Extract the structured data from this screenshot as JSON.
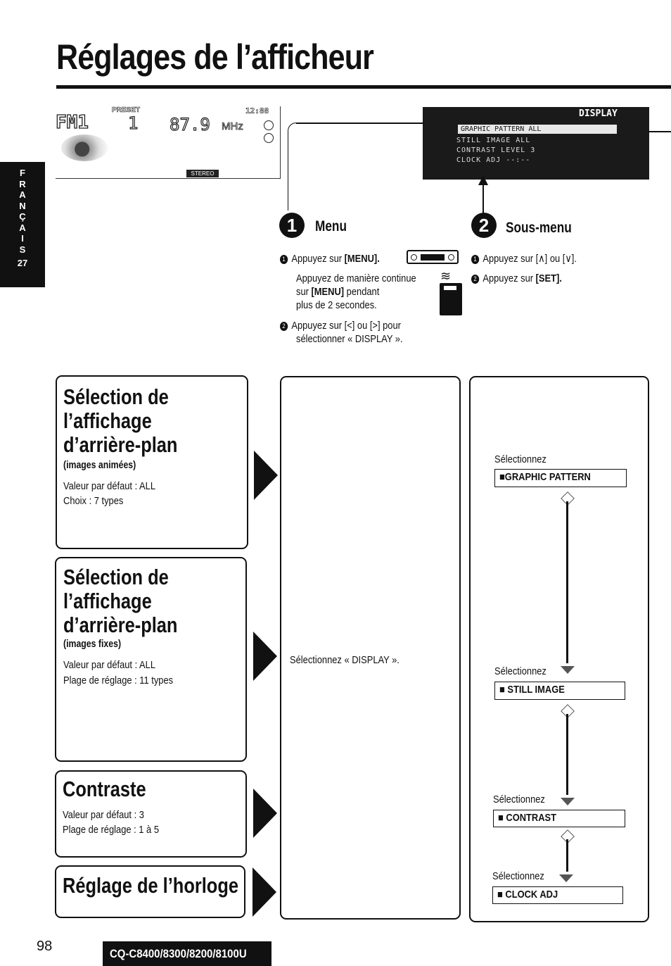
{
  "page": {
    "title": "Réglages de l’afficheur",
    "number": "98",
    "model": "CQ-C8400/8300/8200/8100U"
  },
  "side_tab": {
    "letters": [
      "F",
      "R",
      "A",
      "N",
      "Ç",
      "A",
      "I",
      "S"
    ],
    "page": "27"
  },
  "lcd_left": {
    "band": "FM1",
    "preset_label": "PRESET",
    "preset": "1",
    "frequency": "87.9",
    "unit": "MHz",
    "clock": "12:88",
    "stereo": "STEREO"
  },
  "lcd_right": {
    "header": "DISPLAY",
    "rows": [
      "GRAPHIC PATTERN   ALL",
      "STILL IMAGE          ALL",
      "CONTRAST         LEVEL 3",
      "CLOCK ADJ          --:--"
    ]
  },
  "steps": {
    "menu": {
      "number": "1",
      "title": "Menu",
      "line1_a": "Appuyez sur ",
      "line1_b": "[MENU].",
      "line2": "Appuyez de manière continue",
      "line3_a": "sur ",
      "line3_b": "[MENU]",
      "line3_c": " pendant",
      "line4": "plus de 2 secondes.",
      "line5": "Appuyez sur [<] ou [>] pour",
      "line6": "sélectionner « DISPLAY »."
    },
    "submenu": {
      "number": "2",
      "title": "Sous-menu",
      "line1": "Appuyez sur [∧] ou [∨].",
      "line2_a": "Appuyez sur ",
      "line2_b": "[SET]."
    }
  },
  "sections": [
    {
      "title": "Sélection de l’affichage d’arrière-plan",
      "subtitle": "(images animées)",
      "line1": "Valeur par défaut : ALL",
      "line2": "Choix : 7 types"
    },
    {
      "title": "Sélection de l’affichage d’arrière-plan",
      "subtitle": "(images fixes)",
      "line1": "Valeur par défaut : ALL",
      "line2": "Plage de réglage : 11 types"
    },
    {
      "title": "Contraste",
      "line1": "Valeur par défaut : 3",
      "line2": "Plage de réglage : 1 à 5"
    },
    {
      "title": "Réglage de l’horloge"
    }
  ],
  "middle": {
    "text": "Sélectionnez « DISPLAY »."
  },
  "right": {
    "select_label": "Sélectionnez",
    "options": [
      "■GRAPHIC PATTERN",
      "■ STILL IMAGE",
      "■ CONTRAST",
      "■ CLOCK ADJ"
    ]
  }
}
